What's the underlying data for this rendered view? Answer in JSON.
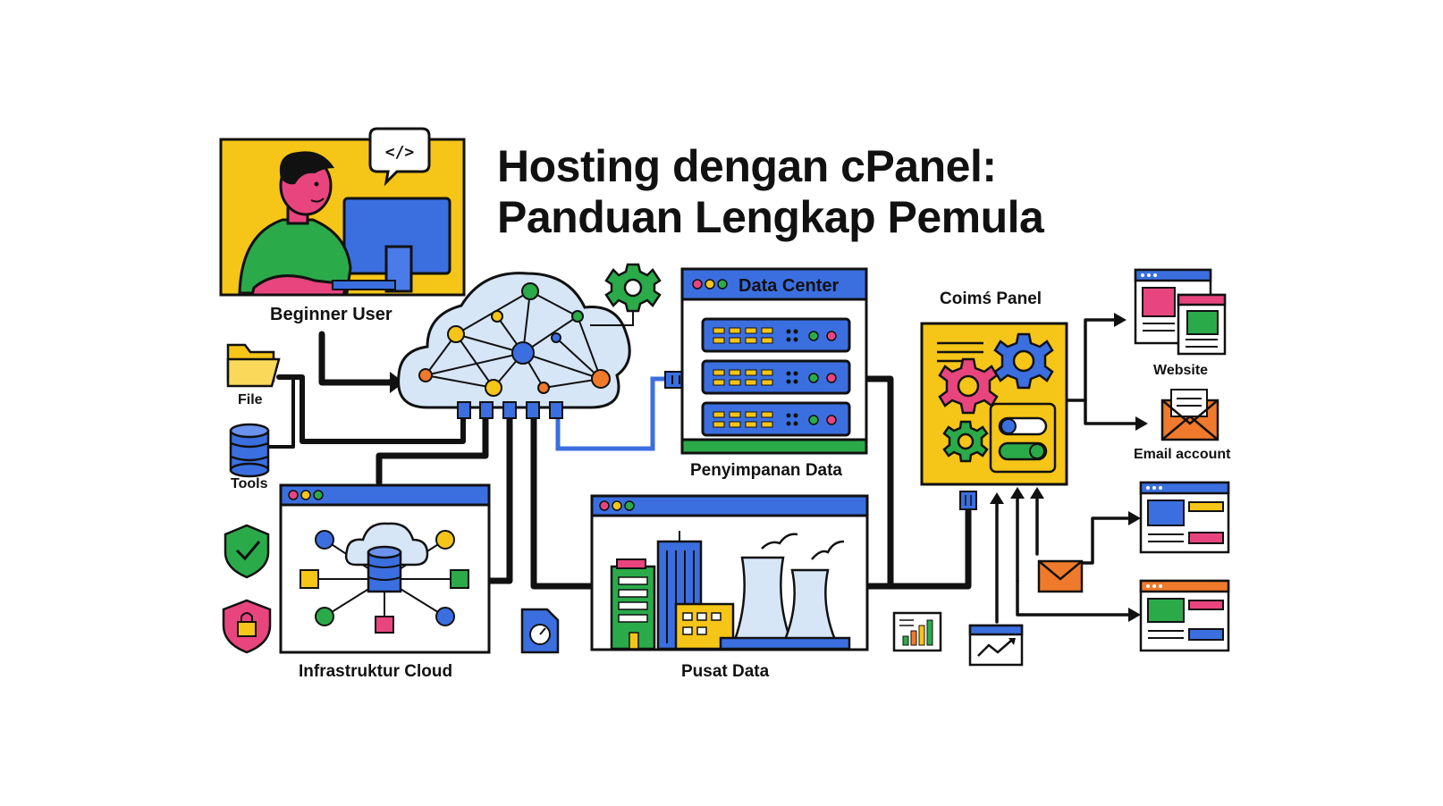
{
  "title": {
    "line1": "Hosting dengan cPanel:",
    "line2": "Panduan Lengkap Pemula"
  },
  "labels": {
    "beginner_user": "Beginner User",
    "file": "File",
    "tools": "Tools",
    "data_center": "Data Center",
    "storage": "Penyimpanan Data",
    "control_panel": "Coimś Panel",
    "website": "Website",
    "email_account": "Email account",
    "cloud_infrastructure": "Infrastruktur Cloud",
    "data_hub": "Pusat Data"
  },
  "code_bubble": "</>",
  "icons": [
    "person-at-computer-icon",
    "code-bubble-icon",
    "folder-icon",
    "database-icon",
    "shield-check-icon",
    "shield-lock-icon",
    "cloud-network-icon",
    "gear-icon",
    "network-plug-icon",
    "server-rack-icon",
    "control-panel-icon",
    "website-window-icon",
    "email-envelope-icon",
    "gauge-file-icon",
    "bar-chart-icon",
    "trend-chart-icon",
    "mail-icon",
    "factory-icon"
  ],
  "colors": {
    "yellow": "#F5C518",
    "blue": "#3B6FE0",
    "green": "#2BAA4A",
    "pink": "#E8457E",
    "orange": "#F07A2B",
    "dark": "#111111"
  }
}
